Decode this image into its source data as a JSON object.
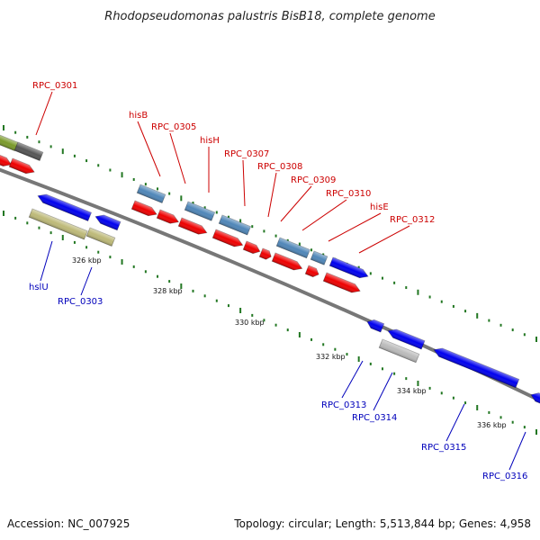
{
  "title": "Rhodopseudomonas palustris BisB18, complete genome",
  "footer": {
    "accession": "Accession: NC_007925",
    "topology": "Topology: circular; Length: 5,513,844 bp; Genes: 4,958"
  },
  "colors": {
    "backbone": "#888888",
    "forward_cds": "#ee0000",
    "reverse_cds": "#0000ee",
    "forward_other": "#4f86b8",
    "reverse_other": "#bdb978",
    "other_grey": "#bbbbbb",
    "other_green": "#7a9a2a",
    "dark_grey": "#555555",
    "tick": "#227722",
    "label_forward": "#cc0000",
    "label_reverse": "#0000bb"
  },
  "axis_labels": [
    "326 kbp",
    "328 kbp",
    "330 kbp",
    "332 kbp",
    "334 kbp",
    "336 kbp"
  ],
  "gene_labels_forward": [
    "RPC_0301",
    "hisB",
    "RPC_0305",
    "hisH",
    "RPC_0307",
    "RPC_0308",
    "RPC_0309",
    "RPC_0310",
    "hisE",
    "RPC_0312"
  ],
  "gene_labels_reverse": [
    "hslU",
    "RPC_0303",
    "RPC_0313",
    "RPC_0314",
    "RPC_0315",
    "RPC_0316"
  ]
}
